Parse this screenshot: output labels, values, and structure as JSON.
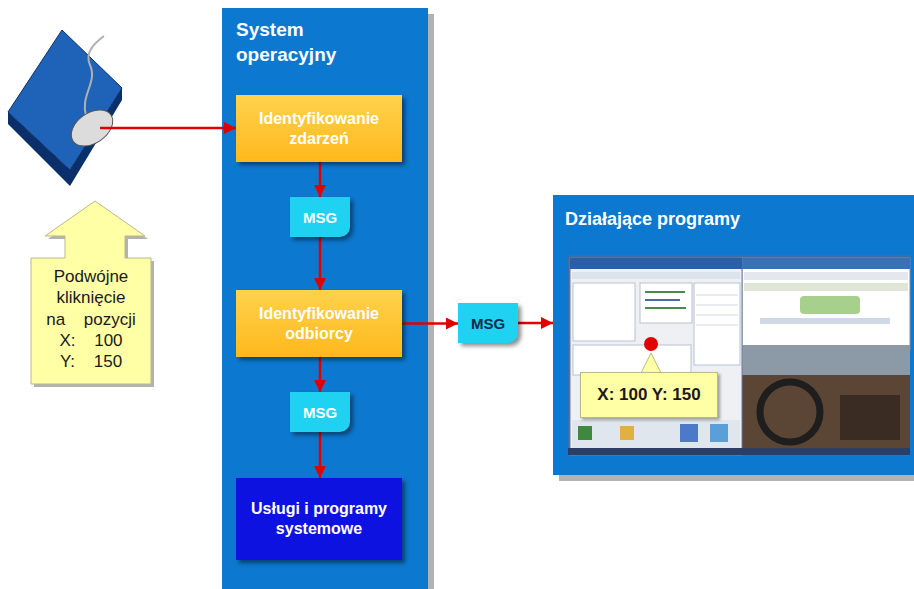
{
  "diagram": {
    "nodes": [
      {
        "text": [
          "Podwójne kliknięcie na pozycji X: 100 Y: 150"
        ]
      },
      {
        "text": [
          "System operacyjny"
        ]
      },
      {
        "text": [
          "Identyfikowanie zdarzeń"
        ],
        "in": 1
      },
      {
        "text": [
          "MSG"
        ],
        "in": 1
      },
      {
        "text": [
          "Identyfikowanie odbiorcy"
        ],
        "in": 1
      },
      {
        "text": [
          "MSG"
        ],
        "in": 1
      },
      {
        "text": [
          "Usługi i programy systemowe"
        ],
        "in": 1
      },
      {
        "text": [
          "MSG"
        ]
      },
      {
        "text": [
          "Działające programy"
        ]
      },
      {
        "text": [
          "X: 100 Y: 150"
        ],
        "in": 8
      }
    ],
    "edges": [
      {
        "from": 2,
        "to": 3,
        "arrow": "to"
      },
      {
        "from": 3,
        "to": 4,
        "arrow": "to"
      },
      {
        "from": 4,
        "to": 5,
        "arrow": "to"
      },
      {
        "from": 5,
        "to": 6,
        "arrow": "to"
      },
      {
        "from": 4,
        "to": 7,
        "arrow": "to"
      },
      {
        "from": 7,
        "to": 8,
        "arrow": "to"
      }
    ]
  }
}
